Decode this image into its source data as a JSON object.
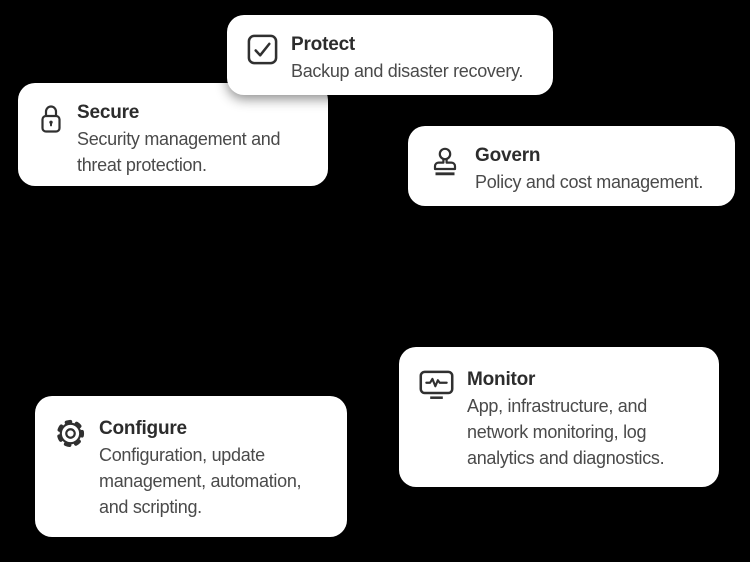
{
  "background_color": "#000000",
  "colors": {
    "card_background": "#ffffff",
    "title_text": "#2c2c2c",
    "description_text": "#4a4a4a",
    "icon_stroke": "#303030"
  },
  "cards": [
    {
      "icon": "checkbox-icon",
      "title": "Protect",
      "description": "Backup and disaster recovery."
    },
    {
      "icon": "lock-icon",
      "title": "Secure",
      "description": "Security management and\nthreat protection."
    },
    {
      "icon": "stamp-icon",
      "title": "Govern",
      "description": "Policy and cost management."
    },
    {
      "icon": "monitor-icon",
      "title": "Monitor",
      "description": "App, infrastructure, and\nnetwork monitoring, log\nanalytics and diagnostics."
    },
    {
      "icon": "gear-icon",
      "title": "Configure",
      "description": "Configuration, update\nmanagement, automation,\nand scripting."
    }
  ]
}
